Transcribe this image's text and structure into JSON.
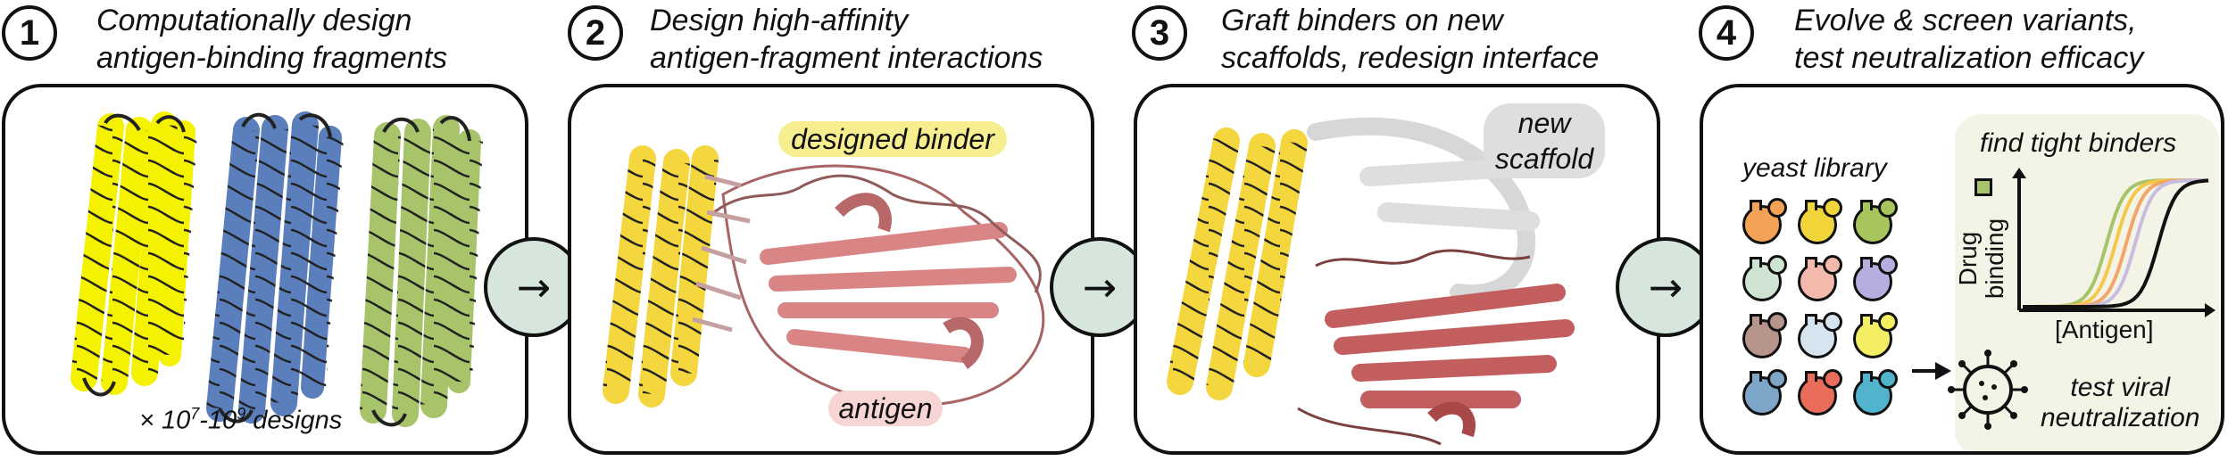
{
  "steps": [
    {
      "number": "1",
      "title_line1": "Computationally design",
      "title_line2": "antigen-binding fragments"
    },
    {
      "number": "2",
      "title_line1": "Design high-affinity",
      "title_line2": "antigen-fragment interactions"
    },
    {
      "number": "3",
      "title_line1": "Graft binders on new",
      "title_line2": "scaffolds, redesign interface"
    },
    {
      "number": "4",
      "title_line1": "Evolve & screen variants,",
      "title_line2": "test neutralization efficacy"
    }
  ],
  "panel1": {
    "designs_prefix": "× 10",
    "designs_exp1": "7",
    "designs_mid": "-10",
    "designs_exp2": "9",
    "designs_suffix": " designs"
  },
  "panel2": {
    "binder_label": "designed binder",
    "antigen_label": "antigen"
  },
  "panel3": {
    "scaffold_line1": "new",
    "scaffold_line2": "scaffold"
  },
  "panel4": {
    "yeast_label": "yeast library",
    "find_label": "find tight binders",
    "y_axis_label1": "Drug",
    "y_axis_label2": "binding",
    "x_axis_label": "[Antigen]",
    "test_line1": "test viral",
    "test_line2": "neutralization"
  },
  "arrow_glyph": "→",
  "colors": {
    "helix_yellow": "#f5f200",
    "helix_blue": "#5b7fbd",
    "helix_green": "#a7c46a",
    "antigen_pink": "#d98585",
    "binder_pill": "#f7ee8f",
    "antigen_pill": "#f7d5d5",
    "scaffold_pill": "#dedede",
    "arrow_bg": "#d6e6dd",
    "screen_bg": "#f3f3e6",
    "yeast_colors": [
      "#f4a356",
      "#f2d43b",
      "#a8c45c",
      "#cfe3d2",
      "#f3b9ad",
      "#b6aede",
      "#b8958c",
      "#d6e4ef",
      "#f3ee62",
      "#7ea6c9",
      "#ea6d5c",
      "#52b3cd"
    ]
  }
}
